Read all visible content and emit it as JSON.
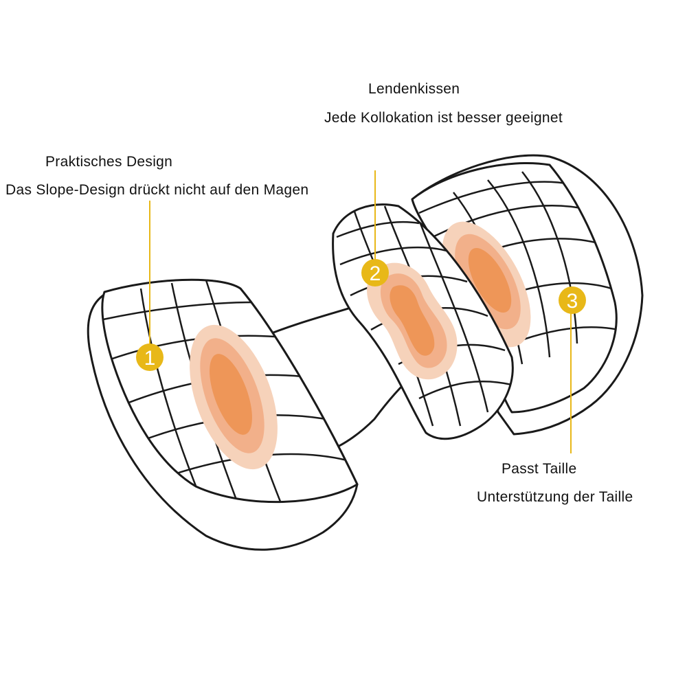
{
  "colors": {
    "outline": "#1a1a1a",
    "accent": "#e8b818",
    "heat_outer": "#f6d2ba",
    "heat_mid": "#f2b08a",
    "heat_inner": "#ee9658"
  },
  "callouts": [
    {
      "number": "1",
      "title": "Praktisches Design",
      "subtitle": "Das Slope-Design drückt nicht auf den Magen"
    },
    {
      "number": "2",
      "title": "Lendenkissen",
      "subtitle": "Jede Kollokation ist besser geeignet"
    },
    {
      "number": "3",
      "title": "Passt Taille",
      "subtitle": "Unterstützung der Taille"
    }
  ]
}
